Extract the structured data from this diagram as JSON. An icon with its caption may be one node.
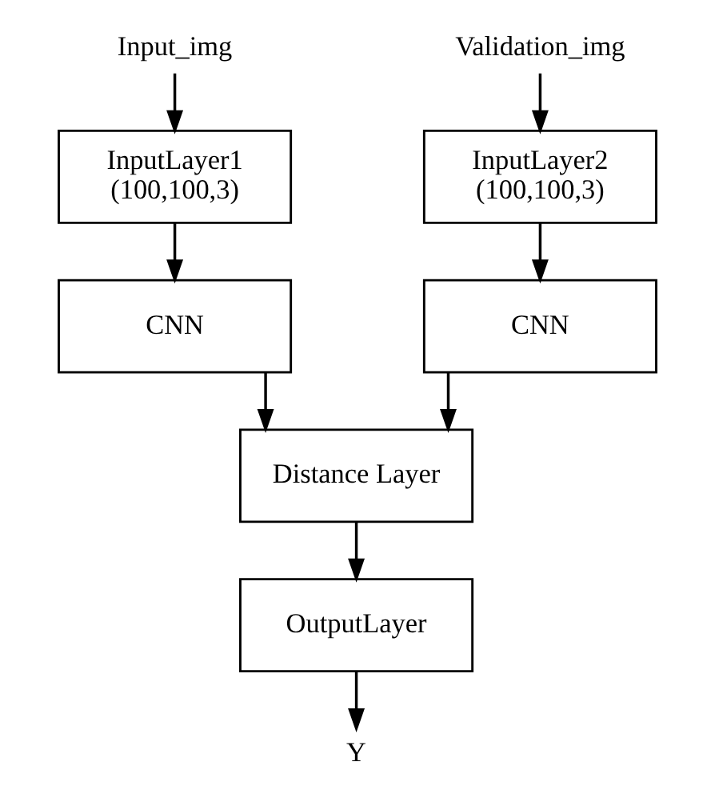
{
  "diagram": {
    "nodes": [
      {
        "text": [
          "Input_img"
        ]
      },
      {
        "text": [
          "Validation_img"
        ]
      },
      {
        "text": [
          "InputLayer1",
          "(100,100,3)"
        ]
      },
      {
        "text": [
          "InputLayer2",
          "(100,100,3)"
        ]
      },
      {
        "text": [
          "CNN"
        ]
      },
      {
        "text": [
          "CNN"
        ]
      },
      {
        "text": [
          "Distance Layer"
        ]
      },
      {
        "text": [
          "OutputLayer"
        ]
      },
      {
        "text": [
          "Y"
        ]
      }
    ],
    "edges": [
      {
        "from": 0,
        "to": 2,
        "arrow": "to"
      },
      {
        "from": 1,
        "to": 3,
        "arrow": "to"
      },
      {
        "from": 2,
        "to": 4,
        "arrow": "to"
      },
      {
        "from": 3,
        "to": 5,
        "arrow": "to"
      },
      {
        "from": 4,
        "to": 6,
        "arrow": "to"
      },
      {
        "from": 5,
        "to": 6,
        "arrow": "to"
      },
      {
        "from": 6,
        "to": 7,
        "arrow": "to"
      },
      {
        "from": 7,
        "to": 8,
        "arrow": "to"
      }
    ]
  }
}
